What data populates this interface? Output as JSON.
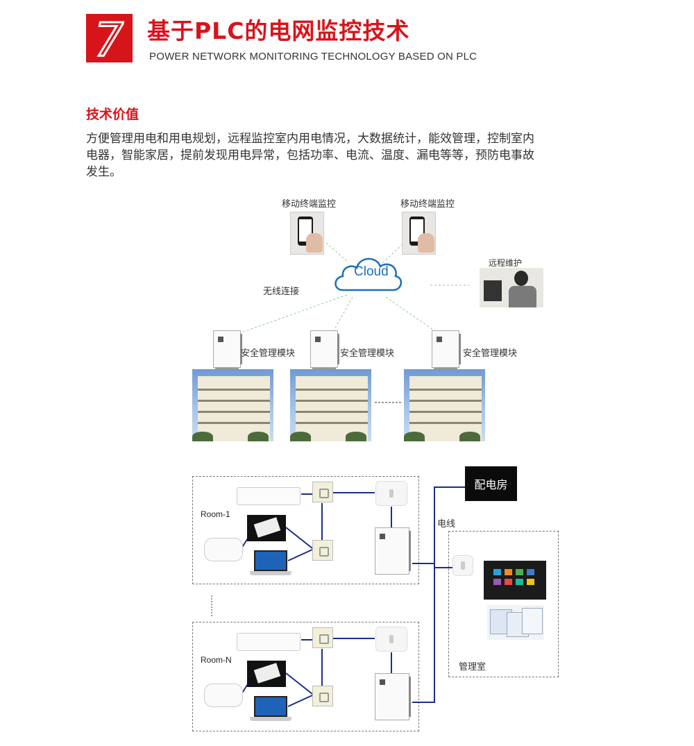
{
  "header": {
    "number": "7",
    "title": "基于PLC的电网监控技术",
    "subtitle": "POWER NETWORK MONITORING TECHNOLOGY BASED ON PLC"
  },
  "section": {
    "heading": "技术价值",
    "body": "方便管理用电和用电规划，远程监控室内用电情况，大数据统计，能效管理，控制室内电器，智能家居，提前发现用电异常，包括功率、电流、温度、漏电等等，预防电事故发生。"
  },
  "diagram_top": {
    "mobile_label_1": "移动终端监控",
    "mobile_label_2": "移动终端监控",
    "cloud_label": "Cloud",
    "wireless_label": "无线连接",
    "remote_label": "远程维护",
    "module_label_1": "安全管理模块",
    "module_label_2": "安全管理模块",
    "module_label_3": "安全管理模块"
  },
  "diagram_bottom": {
    "room_1_label": "Room-1",
    "room_n_label": "Room-N",
    "distribution_room_label": "配电房",
    "power_line_label": "电线",
    "management_room_label": "管理室"
  },
  "colors": {
    "accent": "#d8141b",
    "cloud": "#1a6fb8",
    "wire": "#1a2f86",
    "dashed_link": "#8ec79a"
  }
}
